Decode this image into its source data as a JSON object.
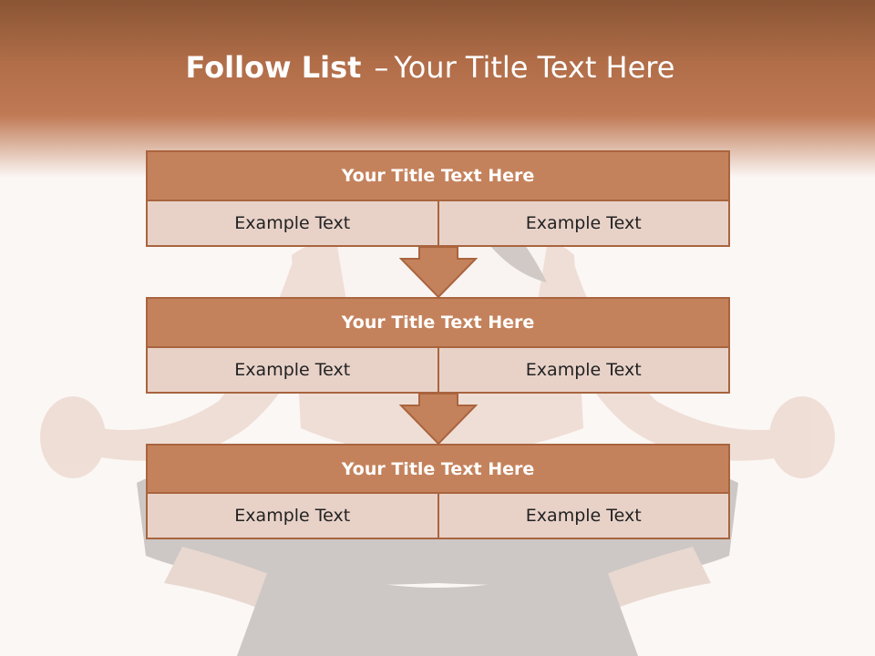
{
  "slide": {
    "title_strong": "Follow List",
    "title_separator": "–",
    "title_rest": "Your Title Text Here"
  },
  "blocks": [
    {
      "title": "Your Title Text Here",
      "cells": [
        "Example Text",
        "Example Text"
      ]
    },
    {
      "title": "Your Title Text Here",
      "cells": [
        "Example Text",
        "Example Text"
      ]
    },
    {
      "title": "Your Title Text Here",
      "cells": [
        "Example Text",
        "Example Text"
      ]
    }
  ],
  "colors": {
    "header_brown": "#b06d48",
    "box_fill": "#c4825c",
    "box_border": "#a9643e",
    "cell_fill": "#e8d2c8"
  },
  "icons": {
    "connector": "down-arrow-icon",
    "background": "meditation-figure"
  }
}
